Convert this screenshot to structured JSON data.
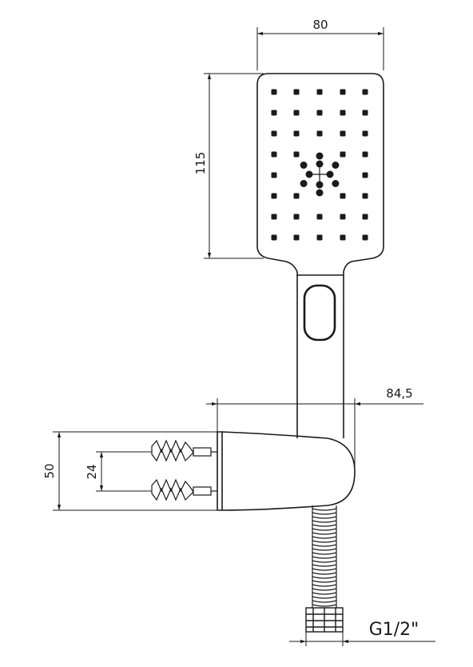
{
  "dimensions": {
    "head_width": "80",
    "head_height": "115",
    "depth": "84,5",
    "mount_height": "50",
    "screw_spacing": "24",
    "thread": "G1/2\""
  },
  "colors": {
    "line": "#1a1a1a",
    "nozzle": "#1a1a1a",
    "background": "#ffffff"
  }
}
